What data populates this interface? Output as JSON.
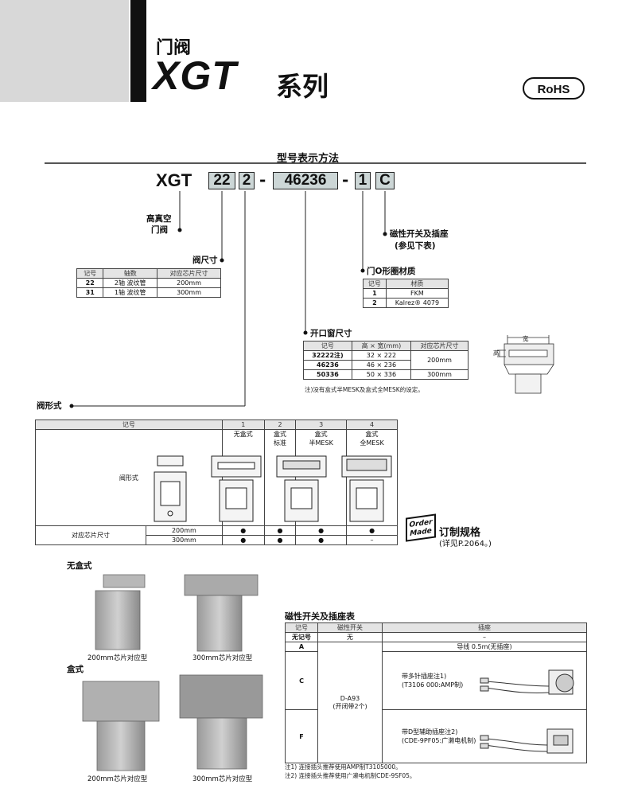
{
  "header": {
    "title_small": "门阀",
    "title_big": "XGT",
    "title_series": "系列",
    "rohs": "RoHS"
  },
  "model": {
    "section_title": "型号表示方法",
    "prefix": "XGT",
    "code1": "22",
    "code2": "2",
    "dash1": "-",
    "code3": "46236",
    "dash2": "-",
    "code4": "1",
    "code5": "C"
  },
  "labels": {
    "high_vacuum": "高真空",
    "gate_valve": "门阀",
    "switch_conn": "磁性开关及插座",
    "switch_conn_ref": "(参见下表)",
    "valve_size": "阀尺寸",
    "oring": "门O形圈材质",
    "opening": "开口窗尺寸",
    "opening_note": "注)没有盒式半MESK及盒式全MESK的设定。",
    "valve_type": "阀形式",
    "order_title": "订制规格",
    "order_ref": "(详见P.2064。)",
    "order_made": "Order Made",
    "dim_width": "宽",
    "dim_height": "高"
  },
  "valve_size_table": {
    "headers": [
      "记号",
      "轴数",
      "对应芯片尺寸"
    ],
    "rows": [
      [
        "22",
        "2轴  波纹管",
        "200mm"
      ],
      [
        "31",
        "1轴  波纹管",
        "300mm"
      ]
    ]
  },
  "oring_table": {
    "headers": [
      "记号",
      "材质"
    ],
    "rows": [
      [
        "1",
        "FKM"
      ],
      [
        "2",
        "Kalrez® 4079"
      ]
    ]
  },
  "opening_table": {
    "headers": [
      "记号",
      "高 × 宽(mm)",
      "对应芯片尺寸"
    ],
    "rows": [
      [
        "32222注)",
        "32 × 222",
        "200mm"
      ],
      [
        "46236",
        "46 × 236",
        ""
      ],
      [
        "50336",
        "50 × 336",
        "300mm"
      ]
    ]
  },
  "valve_type_table": {
    "header_label": "记号",
    "row_label": "阀形式",
    "size_label": "对应芯片尺寸",
    "sizes": [
      "200mm",
      "300mm"
    ],
    "types": [
      {
        "num": "1",
        "line1": "无盒式",
        "line2": "",
        "s200": "●",
        "s300": "●"
      },
      {
        "num": "2",
        "line1": "盒式",
        "line2": "标准",
        "s200": "●",
        "s300": "●"
      },
      {
        "num": "3",
        "line1": "盒式",
        "line2": "半MESK",
        "s200": "●",
        "s300": "●"
      },
      {
        "num": "4",
        "line1": "盒式",
        "line2": "全MESK",
        "s200": "●",
        "s300": "–"
      }
    ]
  },
  "photos": {
    "no_box": "无盒式",
    "box": "盒式",
    "cap_200a": "200mm芯片对应型",
    "cap_300a": "300mm芯片对应型",
    "cap_200b": "200mm芯片对应型",
    "cap_300b": "300mm芯片对应型"
  },
  "switch_table": {
    "title": "磁性开关及插座表",
    "headers": [
      "记号",
      "磁性开关",
      "插座"
    ],
    "rows": {
      "none_code": "无记号",
      "none_switch": "无",
      "none_conn": "–",
      "a_code": "A",
      "a_conn": "导线 0.5m(无插座)",
      "c_code": "C",
      "switch": "D-A93",
      "switch_note": "(开闭带2个)",
      "c_conn1": "带多针插座注1)",
      "c_conn2": "(T3106 000:AMP制)",
      "f_code": "F",
      "f_conn1": "带D型辅助插座注2)",
      "f_conn2": "(CDE-9PF05:广濑电机制)"
    },
    "note1": "注1) 连接插头推荐使用AMP制T3105000。",
    "note2": "注2) 连接插头推荐使用广濑电机制CDE-9SF05。"
  }
}
